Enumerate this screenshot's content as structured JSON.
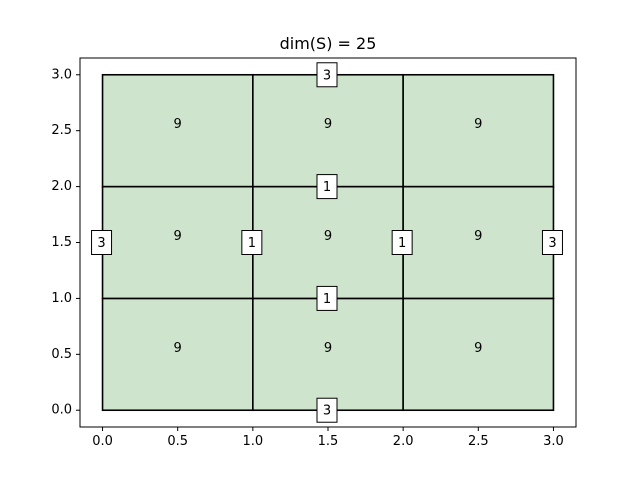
{
  "chart_data": {
    "type": "diagram",
    "title": "dim(S) = 25",
    "xlim": [
      -0.15,
      3.15
    ],
    "ylim": [
      -0.15,
      3.15
    ],
    "x_ticks": [
      "0.0",
      "0.5",
      "1.0",
      "1.5",
      "2.0",
      "2.5",
      "3.0"
    ],
    "y_ticks": [
      "0.0",
      "0.5",
      "1.0",
      "1.5",
      "2.0",
      "2.5",
      "3.0"
    ],
    "grid": false,
    "fill_color": "#cfe4cd",
    "line_color": "#000000",
    "cells": [
      {
        "x0": 0,
        "y0": 0,
        "x1": 1,
        "y1": 1,
        "label": "9"
      },
      {
        "x0": 1,
        "y0": 0,
        "x1": 2,
        "y1": 1,
        "label": "9"
      },
      {
        "x0": 2,
        "y0": 0,
        "x1": 3,
        "y1": 1,
        "label": "9"
      },
      {
        "x0": 0,
        "y0": 1,
        "x1": 1,
        "y1": 2,
        "label": "9"
      },
      {
        "x0": 1,
        "y0": 1,
        "x1": 2,
        "y1": 2,
        "label": "9"
      },
      {
        "x0": 2,
        "y0": 1,
        "x1": 3,
        "y1": 2,
        "label": "9"
      },
      {
        "x0": 0,
        "y0": 2,
        "x1": 1,
        "y1": 3,
        "label": "9"
      },
      {
        "x0": 1,
        "y0": 2,
        "x1": 2,
        "y1": 3,
        "label": "9"
      },
      {
        "x0": 2,
        "y0": 2,
        "x1": 3,
        "y1": 3,
        "label": "9"
      }
    ],
    "edge_labels": [
      {
        "x": 1.5,
        "y": 3.0,
        "label": "3"
      },
      {
        "x": 1.5,
        "y": 2.0,
        "label": "1"
      },
      {
        "x": 1.5,
        "y": 1.0,
        "label": "1"
      },
      {
        "x": 1.5,
        "y": 0.0,
        "label": "3"
      },
      {
        "x": 0.0,
        "y": 1.5,
        "label": "3"
      },
      {
        "x": 1.0,
        "y": 1.5,
        "label": "1"
      },
      {
        "x": 2.0,
        "y": 1.5,
        "label": "1"
      },
      {
        "x": 3.0,
        "y": 1.5,
        "label": "3"
      }
    ]
  }
}
